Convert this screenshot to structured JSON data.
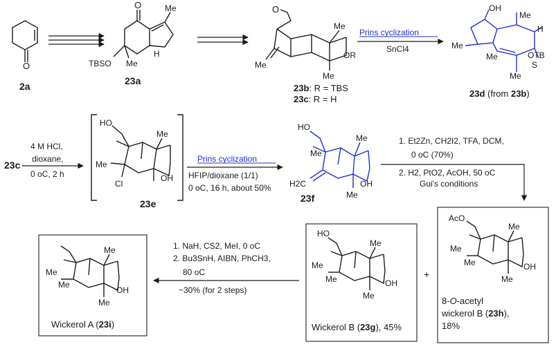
{
  "colors": {
    "ink": "#1a1a1a",
    "accent": "#1a2fd6",
    "box": "#333333"
  },
  "compounds": {
    "c2a": {
      "label": "2a"
    },
    "c23a": {
      "label": "23a",
      "me": "Me",
      "tbso": "TBSO",
      "h": "H"
    },
    "c23bc": {
      "line1_id": "23b",
      "line1_txt": ": R = TBS",
      "line2_id": "23c",
      "line2_txt": ": R = H",
      "me": "Me",
      "or": "OR"
    },
    "c23d": {
      "prefix_txt": "",
      "id": "23d",
      "suffix_a": " (from ",
      "from_id": "23b",
      "suffix_b": ")",
      "oh": "OH",
      "me": "Me",
      "h": "H",
      "otb": "OTB",
      "s": "S"
    },
    "c23e": {
      "label": "23e",
      "ho": "HO",
      "me": "Me",
      "cl": "Cl",
      "oh": "OH"
    },
    "c23f": {
      "label": "23f",
      "ho": "HO",
      "me": "Me",
      "h2c": "H2C",
      "oh": "OH"
    },
    "c23g": {
      "name": "Wickerol B (",
      "id": "23g",
      "tail": "), 45%",
      "ho": "HO",
      "me": "Me",
      "oh": "OH"
    },
    "c23h": {
      "line1_a": "8-",
      "line1_o": "O",
      "line1_b": "-acetyl",
      "line2_a": "wickerol B (",
      "line2_id": "23h",
      "line2_b": "),",
      "line3": "18%",
      "aco": "AcO",
      "me": "Me",
      "oh": "OH"
    },
    "c23i": {
      "name": "Wickerol A (",
      "id": "23i",
      "tail": ")",
      "me": "Me",
      "oh": "OH"
    }
  },
  "steps": {
    "prins1": {
      "label": "Prins cyclization",
      "reagent": "SnCl4"
    },
    "acid": {
      "from": "23c",
      "l1": "4 M HCl,",
      "l2": "dioxane,",
      "l3": "0 oC, 2 h"
    },
    "prins2": {
      "label": "Prins cyclization",
      "l1": "HFIP/dioxane (1/1)",
      "l2": "0 oC, 16 h, about 50%"
    },
    "cyclo": {
      "l1": "1. Et2Zn, CH2I2, TFA, DCM,",
      "l2": "0 oC (70%)",
      "l3": "2. H2, PtO2, AcOH, 50 oC",
      "l4": "Gui's conditions"
    },
    "deoxy": {
      "l1": "1. NaH, CS2, MeI, 0 oC",
      "l2": "2. Bu3SnH, AIBN, PhCH3,",
      "l3": "80 oC",
      "l4": "~30% (for 2 steps)"
    },
    "plus": "+"
  }
}
